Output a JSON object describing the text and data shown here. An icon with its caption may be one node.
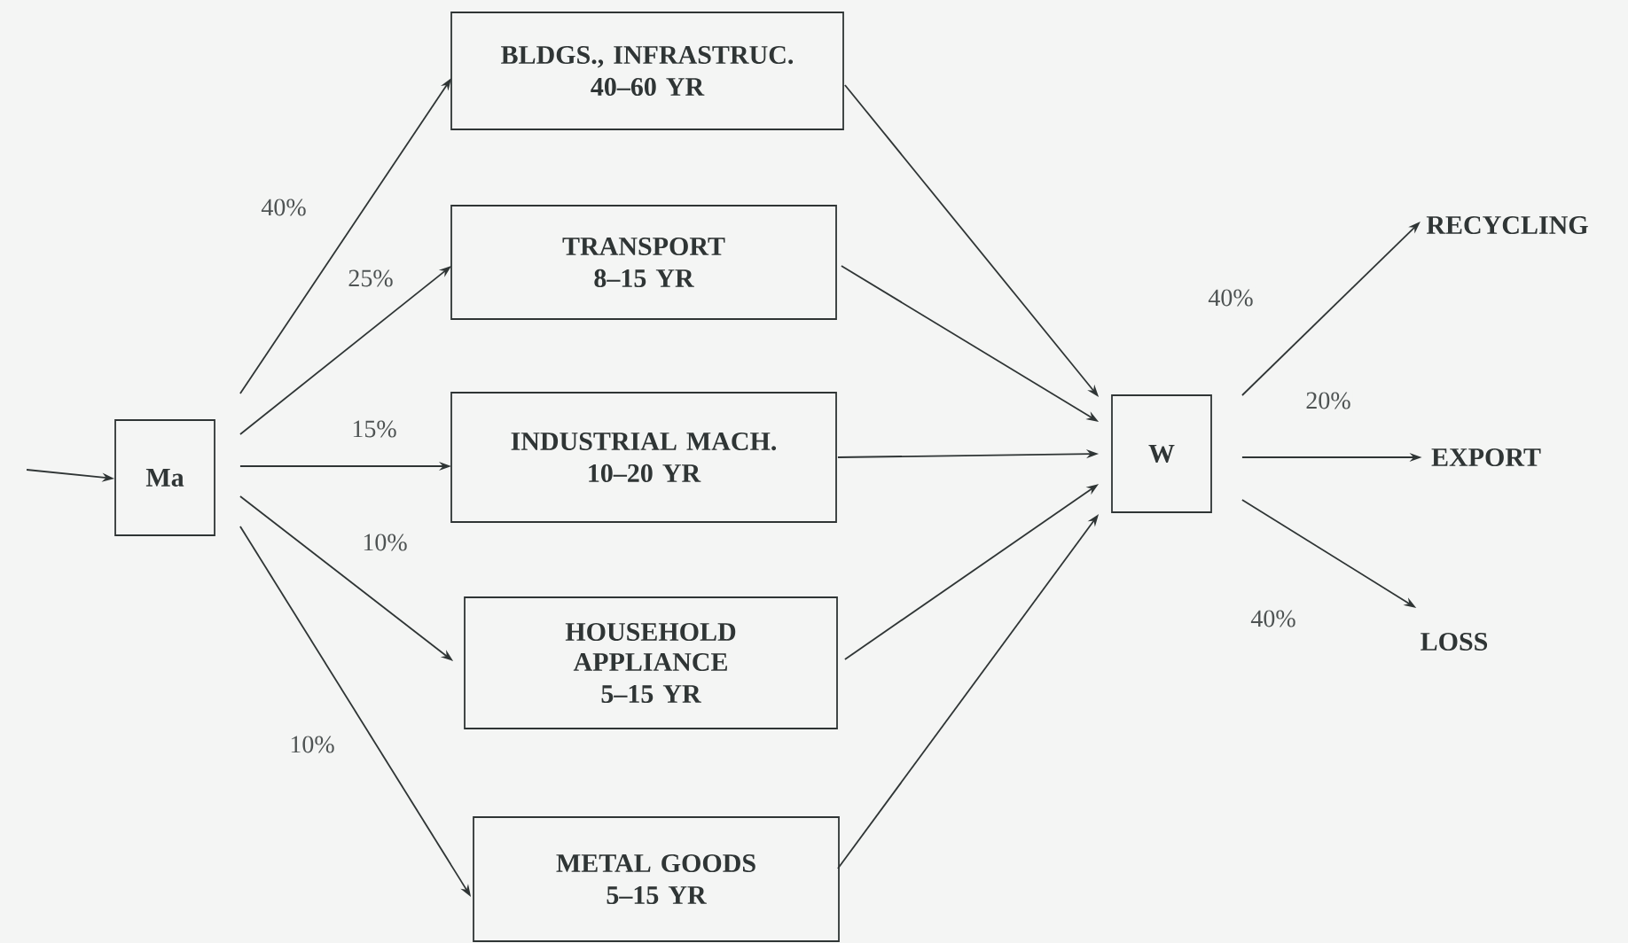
{
  "diagram": {
    "nodes": [
      {
        "text": [
          "Ma"
        ]
      },
      {
        "text": [
          "BLDGS., INFRASTRUC.",
          "40–60 YR"
        ]
      },
      {
        "text": [
          "TRANSPORT",
          "8–15 YR"
        ]
      },
      {
        "text": [
          "INDUSTRIAL MACH.",
          "10–20 YR"
        ]
      },
      {
        "text": [
          "HOUSEHOLD APPLIANCE",
          "5–15 YR"
        ]
      },
      {
        "text": [
          "METAL GOODS",
          "5–15 YR"
        ]
      },
      {
        "text": [
          "W"
        ]
      },
      {
        "text": [
          "RECYCLING"
        ]
      },
      {
        "text": [
          "EXPORT"
        ]
      },
      {
        "text": [
          "LOSS"
        ]
      }
    ],
    "edges": [
      {
        "from": null,
        "to": 0,
        "arrow": "to"
      },
      {
        "from": 0,
        "to": 1,
        "arrow": "to",
        "label": "40%"
      },
      {
        "from": 0,
        "to": 2,
        "arrow": "to",
        "label": "25%"
      },
      {
        "from": 0,
        "to": 3,
        "arrow": "to",
        "label": "15%"
      },
      {
        "from": 0,
        "to": 4,
        "arrow": "to",
        "label": "10%"
      },
      {
        "from": 0,
        "to": 5,
        "arrow": "to",
        "label": "10%"
      },
      {
        "from": 1,
        "to": 6,
        "arrow": "to"
      },
      {
        "from": 2,
        "to": 6,
        "arrow": "to"
      },
      {
        "from": 3,
        "to": 6,
        "arrow": "to"
      },
      {
        "from": 4,
        "to": 6,
        "arrow": "to"
      },
      {
        "from": 5,
        "to": 6,
        "arrow": "to"
      },
      {
        "from": 6,
        "to": 7,
        "arrow": "to",
        "label": "40%"
      },
      {
        "from": 6,
        "to": 8,
        "arrow": "to",
        "label": "20%"
      },
      {
        "from": 6,
        "to": 9,
        "arrow": "to",
        "label": "40%"
      }
    ]
  }
}
